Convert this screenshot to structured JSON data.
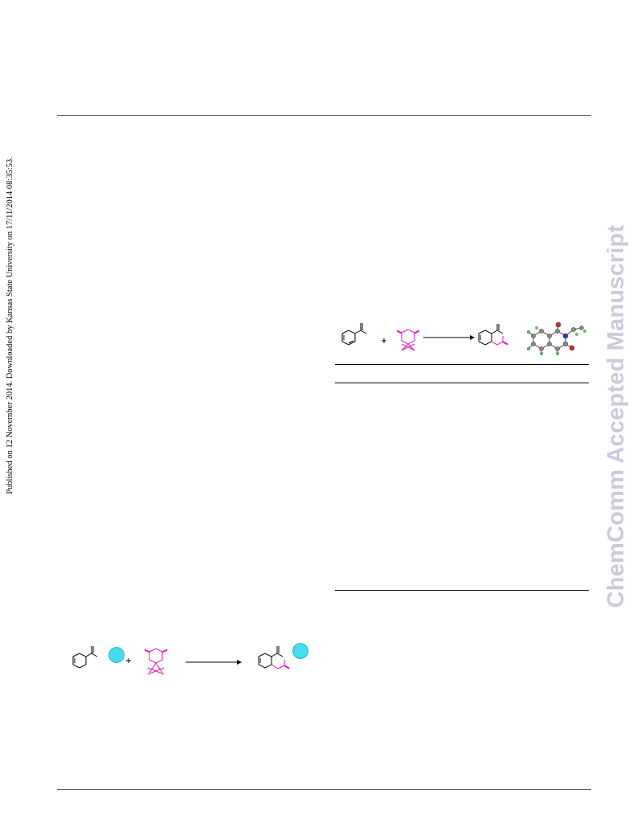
{
  "page": {
    "side_note": "Published on 12 November 2014. Downloaded by Kansas State University on 17/11/2014 08:35:53.",
    "watermark": "ChemComm Accepted Manuscript"
  },
  "colors": {
    "rule": "#555555",
    "watermark": "#c9cbdc",
    "reagent": "#e010c8",
    "substituent_ball": "#46dcef",
    "xray_carbon": "#7a7a7a",
    "xray_oxygen": "#e02020",
    "xray_nitrogen": "#3030d0",
    "xray_hydrogen": "#5ac85a"
  },
  "figures": [
    {
      "name": "table-reaction-scheme",
      "icons": [
        "aryl-ketone-icon",
        "plus-icon",
        "cyclic-reagent-icon",
        "reaction-arrow-icon",
        "product-ring-icon",
        "xray-structure-icon"
      ]
    },
    {
      "name": "general-reaction-scheme",
      "icons": [
        "substituted-aryl-ketone-icon",
        "plus-icon",
        "cyclic-reagent-icon",
        "reaction-arrow-icon",
        "annulated-product-icon"
      ]
    }
  ]
}
